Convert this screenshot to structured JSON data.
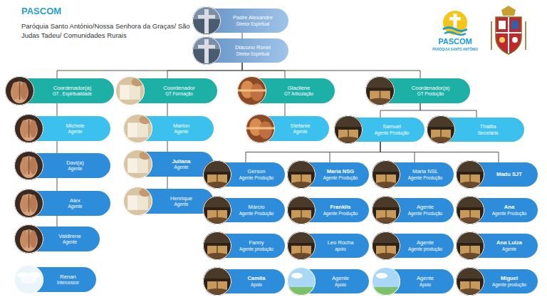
{
  "diagram": {
    "title": "PASCOM",
    "nodes": [
      {
        "text": [
          "Padre Alexandre",
          "Diretor Espiritual"
        ]
      },
      {
        "text": [
          "Diácono Ronei",
          "Diretor Espiritual"
        ]
      },
      {
        "text": [
          "Coordenador(a)",
          "GT . Espiritualidade"
        ]
      },
      {
        "text": [
          "Coordenador",
          "GT Formação"
        ]
      },
      {
        "text": [
          "Glacilene",
          "GT Articulação"
        ]
      },
      {
        "text": [
          "Coordenador(a)",
          "GT Produção"
        ]
      },
      {
        "text": [
          "Michele",
          "Agente"
        ]
      },
      {
        "text": [
          "Marlon",
          "Agente"
        ]
      },
      {
        "text": [
          "Stefanie",
          "Agente"
        ]
      },
      {
        "text": [
          "Samuel",
          "Agente Produção"
        ]
      },
      {
        "text": [
          "Thalita",
          "Secretária"
        ]
      },
      {
        "text": [
          "Davi(a)",
          "Agente"
        ]
      },
      {
        "text": [
          "Alex",
          "Agente"
        ]
      },
      {
        "text": [
          "Valdirene",
          "Agente"
        ]
      },
      {
        "text": [
          "Renan",
          "Intercessor"
        ]
      },
      {
        "text": [
          "Juliana",
          "Agente"
        ]
      },
      {
        "text": [
          "Henrique",
          "Agente"
        ]
      },
      {
        "text": [
          "Gerson",
          "Agente Produção"
        ]
      },
      {
        "text": [
          "Maria  NSG",
          "Agente Produção"
        ]
      },
      {
        "text": [
          "Maria NSL",
          "Agente Produção"
        ]
      },
      {
        "text": [
          "Madu SJT"
        ]
      },
      {
        "text": [
          "Márcio",
          "Agente  Produção"
        ]
      },
      {
        "text": [
          "Franklis",
          "Agente Produção"
        ]
      },
      {
        "text": [
          "Agente",
          "Agente Produção"
        ]
      },
      {
        "text": [
          "Ana",
          "Agente Produção"
        ]
      },
      {
        "text": [
          "Fanny",
          "Agente produção"
        ]
      },
      {
        "text": [
          "Leo Rocha",
          "apoio"
        ]
      },
      {
        "text": [
          "Agente",
          "Agente produção"
        ]
      },
      {
        "text": [
          "Ana Luiza",
          "Agente"
        ]
      },
      {
        "text": [
          "Camila",
          "Apoio"
        ]
      },
      {
        "text": [
          "Agente",
          "Apoio"
        ]
      },
      {
        "text": [
          "Agente",
          "Apoio"
        ]
      },
      {
        "text": [
          "Miguel",
          "Agente produção"
        ]
      }
    ],
    "edges": [
      {
        "from": 0,
        "to": 1,
        "arrow": "none"
      },
      {
        "from": 1,
        "to": 2,
        "arrow": "none"
      },
      {
        "from": 1,
        "to": 3,
        "arrow": "none"
      },
      {
        "from": 1,
        "to": 4,
        "arrow": "none"
      },
      {
        "from": 1,
        "to": 5,
        "arrow": "none"
      },
      {
        "from": 2,
        "to": 6,
        "arrow": "none"
      },
      {
        "from": 3,
        "to": 7,
        "arrow": "none"
      },
      {
        "from": 4,
        "to": 8,
        "arrow": "none"
      },
      {
        "from": 5,
        "to": 9,
        "arrow": "none"
      },
      {
        "from": 5,
        "to": 10,
        "arrow": "none"
      },
      {
        "from": 6,
        "to": 11,
        "arrow": "none"
      },
      {
        "from": 11,
        "to": 12,
        "arrow": "none"
      },
      {
        "from": 12,
        "to": 13,
        "arrow": "none"
      },
      {
        "from": 7,
        "to": 15,
        "arrow": "none"
      },
      {
        "from": 15,
        "to": 16,
        "arrow": "none"
      },
      {
        "from": 9,
        "to": 17,
        "arrow": "none"
      },
      {
        "from": 9,
        "to": 18,
        "arrow": "none"
      },
      {
        "from": 9,
        "to": 19,
        "arrow": "none"
      },
      {
        "from": 9,
        "to": 20,
        "arrow": "none"
      }
    ],
    "labels": [
      "Paróquia Santo António/Nossa Senhora da Graças/ São Judas Tadeu/ Comunidades Rurais",
      "PASCOM",
      "PARÓQUIA SANTO ANTÔNIO"
    ]
  }
}
